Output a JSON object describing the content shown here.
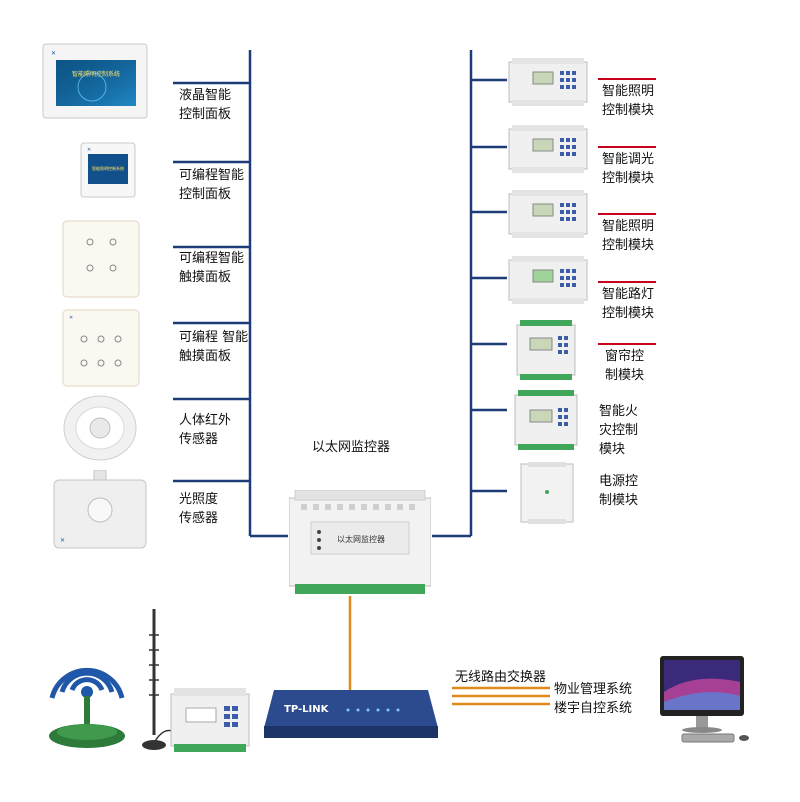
{
  "left_devices": [
    {
      "id": "lcd-panel",
      "label": "液晶智能\n控制面板",
      "screen_text": "智能照明控制系统"
    },
    {
      "id": "prog-panel",
      "label": "可编程智能\n控制面板",
      "screen_text": "智能照明控制系统"
    },
    {
      "id": "touch-panel-4",
      "label": "可编程智能\n触摸面板"
    },
    {
      "id": "touch-panel-6",
      "label": "可编程 智能\n触摸面板"
    },
    {
      "id": "pir-sensor",
      "label": "人体红外\n传感器"
    },
    {
      "id": "light-sensor",
      "label": "光照度\n传感器"
    }
  ],
  "right_modules": [
    {
      "id": "lighting-1",
      "label": "智能照明\n控制模块",
      "red_bar": true
    },
    {
      "id": "dimming",
      "label": "智能调光\n控制模块",
      "red_bar": true
    },
    {
      "id": "lighting-2",
      "label": "智能照明\n控制模块",
      "red_bar": true
    },
    {
      "id": "streetlight",
      "label": "智能路灯\n控制模块",
      "red_bar": true
    },
    {
      "id": "curtain",
      "label": "窗帘控\n制模块",
      "red_bar": true
    },
    {
      "id": "fire",
      "label": "智能火\n灾控制\n模块",
      "red_bar": false
    },
    {
      "id": "power",
      "label": "电源控\n制模块",
      "red_bar": false
    }
  ],
  "ethernet_controller": {
    "label": "以太网监控器",
    "device_text": "以太网监控器"
  },
  "router": {
    "brand": "TP-LINK"
  },
  "bottom_labels": {
    "wireless_switch": "无线路由交换器",
    "property_system": "物业管理系统",
    "building_system": "楼宇自控系统"
  },
  "colors": {
    "bus_line": "#1e3c78",
    "network_line": "#e08a1e",
    "accent_red": "#c8001a"
  }
}
